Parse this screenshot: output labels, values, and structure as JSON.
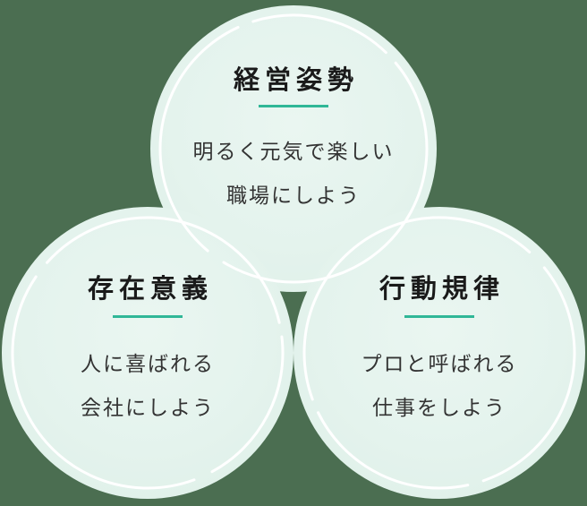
{
  "colors": {
    "background": "#4b6e51",
    "circle_fill": "#e4f3ed",
    "circle_fill_light": "#eaf6f1",
    "circle_fill_edge": "#ddefe7",
    "ring": "#ffffff",
    "accent_underline": "#30b797",
    "title_text": "#1a1a1a",
    "body_text": "#333333"
  },
  "circles": [
    {
      "id": "management-stance",
      "title": "経営姿勢",
      "body_line1": "明るく元気で楽しい",
      "body_line2": "職場にしよう"
    },
    {
      "id": "raison-detre",
      "title": "存在意義",
      "body_line1": "人に喜ばれる",
      "body_line2": "会社にしよう"
    },
    {
      "id": "code-of-conduct",
      "title": "行動規律",
      "body_line1": "プロと呼ばれる",
      "body_line2": "仕事をしよう"
    }
  ]
}
